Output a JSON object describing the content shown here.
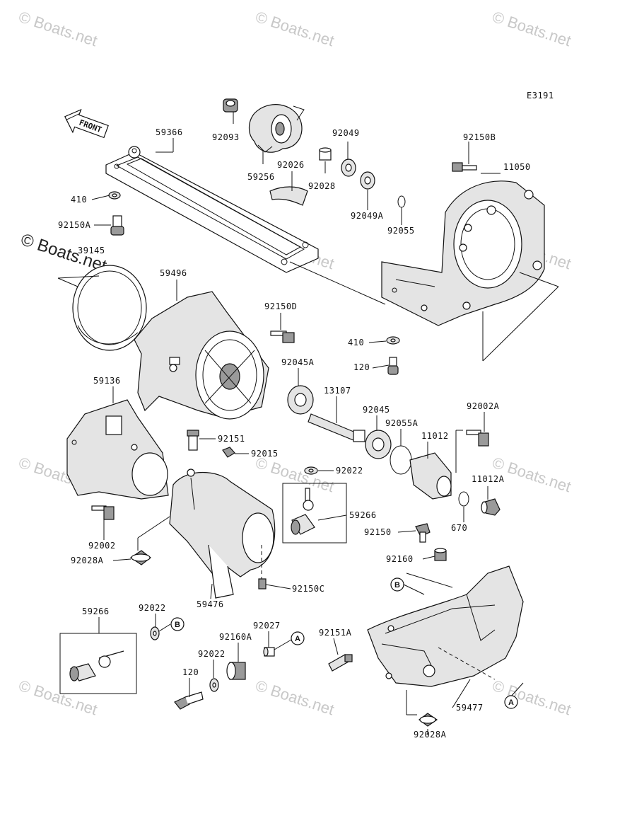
{
  "diagram_code": "E3191",
  "front_label": "FRONT",
  "watermarks": {
    "main": "© Boats.net",
    "faint": "© Boats.net"
  },
  "callouts": {
    "a": "A",
    "b": "B"
  },
  "parts": [
    {
      "id": "p59366",
      "label": "59366"
    },
    {
      "id": "p92093",
      "label": "92093"
    },
    {
      "id": "p59256",
      "label": "59256"
    },
    {
      "id": "p92049",
      "label": "92049"
    },
    {
      "id": "p92150B",
      "label": "92150B"
    },
    {
      "id": "p11050",
      "label": "11050"
    },
    {
      "id": "p92026",
      "label": "92026"
    },
    {
      "id": "p92028",
      "label": "92028"
    },
    {
      "id": "p92049A",
      "label": "92049A"
    },
    {
      "id": "p410a",
      "label": "410"
    },
    {
      "id": "p92150A",
      "label": "92150A"
    },
    {
      "id": "p92055",
      "label": "92055"
    },
    {
      "id": "p39145",
      "label": "39145"
    },
    {
      "id": "p59496",
      "label": "59496"
    },
    {
      "id": "p92150D",
      "label": "92150D"
    },
    {
      "id": "p410b",
      "label": "410"
    },
    {
      "id": "p92045A",
      "label": "92045A"
    },
    {
      "id": "p120a",
      "label": "120"
    },
    {
      "id": "p59136",
      "label": "59136"
    },
    {
      "id": "p13107",
      "label": "13107"
    },
    {
      "id": "p92045",
      "label": "92045"
    },
    {
      "id": "p92002A",
      "label": "92002A"
    },
    {
      "id": "p92055A",
      "label": "92055A"
    },
    {
      "id": "p11012",
      "label": "11012"
    },
    {
      "id": "p92151",
      "label": "92151"
    },
    {
      "id": "p92015",
      "label": "92015"
    },
    {
      "id": "p92022a",
      "label": "92022"
    },
    {
      "id": "p11012A",
      "label": "11012A"
    },
    {
      "id": "p59266a",
      "label": "59266"
    },
    {
      "id": "p92002",
      "label": "92002"
    },
    {
      "id": "p670",
      "label": "670"
    },
    {
      "id": "p92150",
      "label": "92150"
    },
    {
      "id": "p92028A",
      "label": "92028A"
    },
    {
      "id": "p92160",
      "label": "92160"
    },
    {
      "id": "p92150C",
      "label": "92150C"
    },
    {
      "id": "p59476",
      "label": "59476"
    },
    {
      "id": "p59266b",
      "label": "59266"
    },
    {
      "id": "p92022b",
      "label": "92022"
    },
    {
      "id": "p92027",
      "label": "92027"
    },
    {
      "id": "p92160A",
      "label": "92160A"
    },
    {
      "id": "p92151A",
      "label": "92151A"
    },
    {
      "id": "p92022c",
      "label": "92022"
    },
    {
      "id": "p120b",
      "label": "120"
    },
    {
      "id": "p59477",
      "label": "59477"
    },
    {
      "id": "p92028Ab",
      "label": "92028A"
    }
  ]
}
